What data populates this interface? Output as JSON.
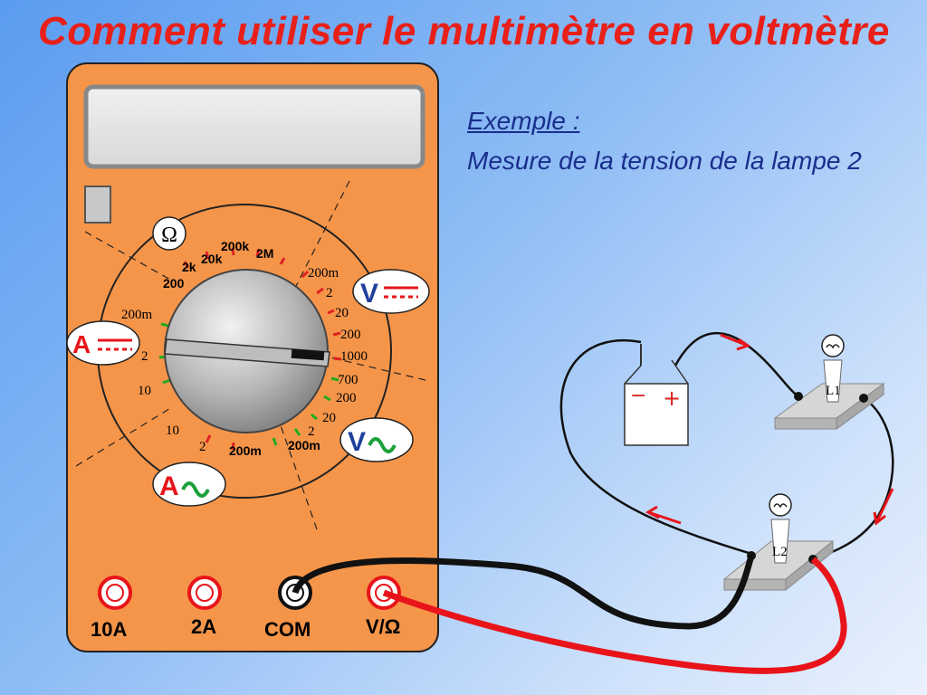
{
  "title": "Comment utiliser le multimètre en voltmètre",
  "example": {
    "label": "Exemple :",
    "text": "Mesure  de la tension de la lampe 2"
  },
  "dial": {
    "ohm": {
      "symbol": "Ω",
      "ranges": [
        "200",
        "2k",
        "20k",
        "200k",
        "2M"
      ]
    },
    "vdc": {
      "symbol": "V",
      "ranges": [
        "200m",
        "2",
        "20",
        "200",
        "1000"
      ]
    },
    "vac": {
      "symbol": "V",
      "ranges": [
        "700",
        "200",
        "20",
        "2",
        "200m"
      ]
    },
    "aac": {
      "symbol": "A",
      "ranges": [
        "200m",
        "2",
        "10"
      ]
    },
    "adc": {
      "symbol": "A",
      "ranges": [
        "200m",
        "2",
        "10"
      ]
    }
  },
  "terminals": [
    "10A",
    "2A",
    "COM",
    "V/Ω"
  ],
  "circuit": {
    "battery_signs": [
      "−",
      "+"
    ],
    "lamps": [
      "L1",
      "L2"
    ]
  },
  "colors": {
    "title": "#e8201a",
    "example": "#1a2d8c",
    "meter": "#f5954a",
    "probe_red": "#e8141a",
    "probe_black": "#111111"
  }
}
